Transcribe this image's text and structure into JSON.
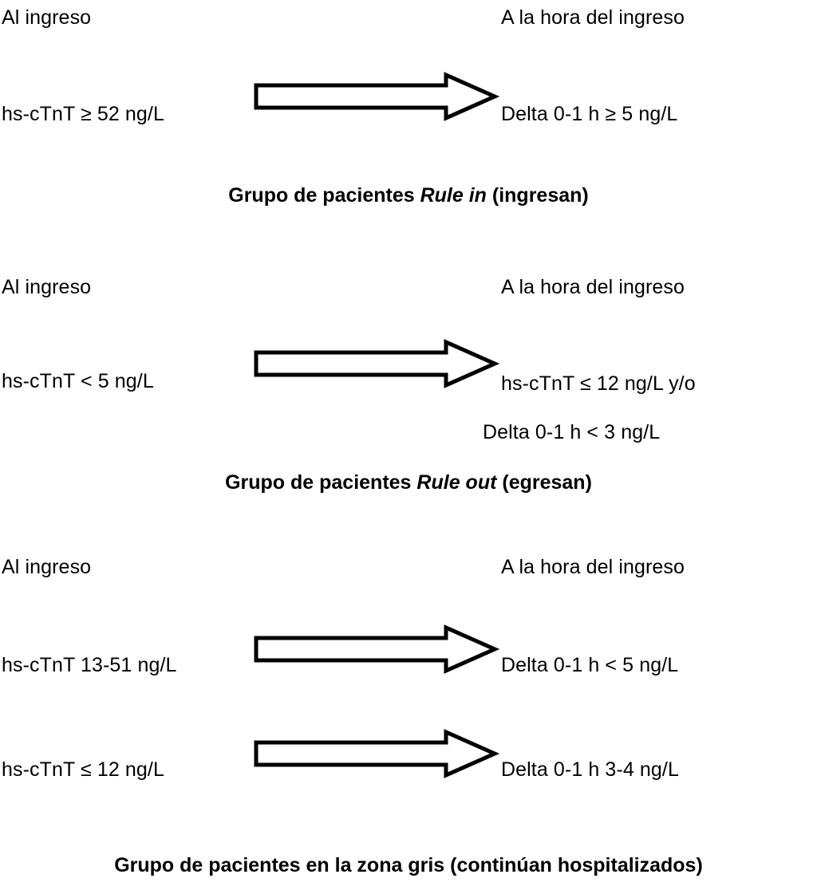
{
  "figure": {
    "labels": {
      "on_admission": "Al ingreso",
      "at_one_hour": "A la hora del ingreso"
    },
    "blocks": [
      {
        "id": "rule-in",
        "left_header": "Al ingreso",
        "right_header": "A la hora del ingreso",
        "rows": [
          {
            "left_criterion": "hs-cTnT ≥ 52 ng/L",
            "right_criteria": [
              "Delta 0-1 h ≥ 5 ng/L"
            ]
          }
        ],
        "title": {
          "prefix": "Grupo de pacientes ",
          "emphasis": "Rule in",
          "suffix": " (ingresan)"
        }
      },
      {
        "id": "rule-out",
        "left_header": "Al ingreso",
        "right_header": "A la hora del ingreso",
        "rows": [
          {
            "left_criterion": "hs-cTnT < 5 ng/L",
            "right_criteria": [
              "hs-cTnT ≤ 12 ng/L y/o",
              "Delta 0-1 h < 3 ng/L"
            ]
          }
        ],
        "title": {
          "prefix": "Grupo de pacientes ",
          "emphasis": "Rule out",
          "suffix": " (egresan)"
        }
      },
      {
        "id": "zona-gris",
        "left_header": "Al ingreso",
        "right_header": "A la hora del ingreso",
        "rows": [
          {
            "left_criterion": "hs-cTnT 13-51 ng/L",
            "right_criteria": [
              "Delta 0-1 h < 5 ng/L"
            ]
          },
          {
            "left_criterion": "hs-cTnT ≤ 12 ng/L",
            "right_criteria": [
              "Delta 0-1 h 3-4 ng/L"
            ]
          }
        ],
        "title": {
          "prefix": "Grupo de pacientes en la zona gris (continúan hospitalizados)",
          "emphasis": "",
          "suffix": ""
        }
      }
    ],
    "arrow": {
      "name": "right-block-arrow",
      "direction": "right",
      "fill": "#ffffff",
      "stroke": "#000000"
    },
    "colors": {
      "background": "#ffffff",
      "text": "#000000",
      "stroke": "#000000"
    }
  }
}
